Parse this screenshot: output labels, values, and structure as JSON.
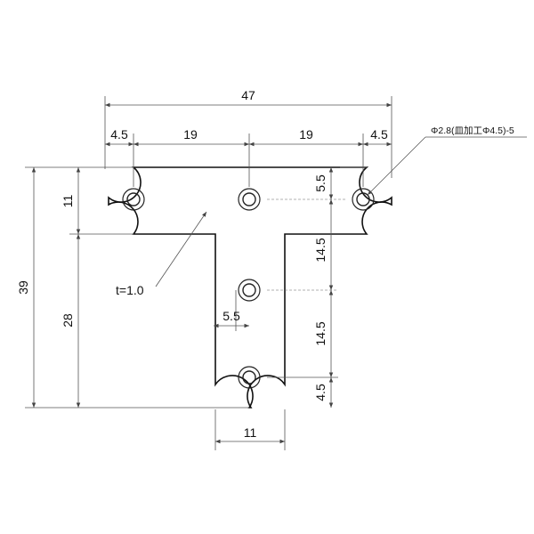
{
  "dimensions": {
    "overall_width": "47",
    "left_margin": "4.5",
    "left_span": "19",
    "right_span": "19",
    "right_margin": "4.5",
    "overall_height": "39",
    "top_height": "11",
    "stem_height": "28",
    "hole_to_top": "5.5",
    "upper_stem_pitch": "14.5",
    "lower_stem_pitch": "14.5",
    "hole_to_bottom": "4.5",
    "stem_hole_offset": "5.5",
    "stem_width": "11"
  },
  "annotations": {
    "hole_spec": "Φ2.8(皿加工Φ4.5)-5",
    "thickness": "t=1.0"
  }
}
